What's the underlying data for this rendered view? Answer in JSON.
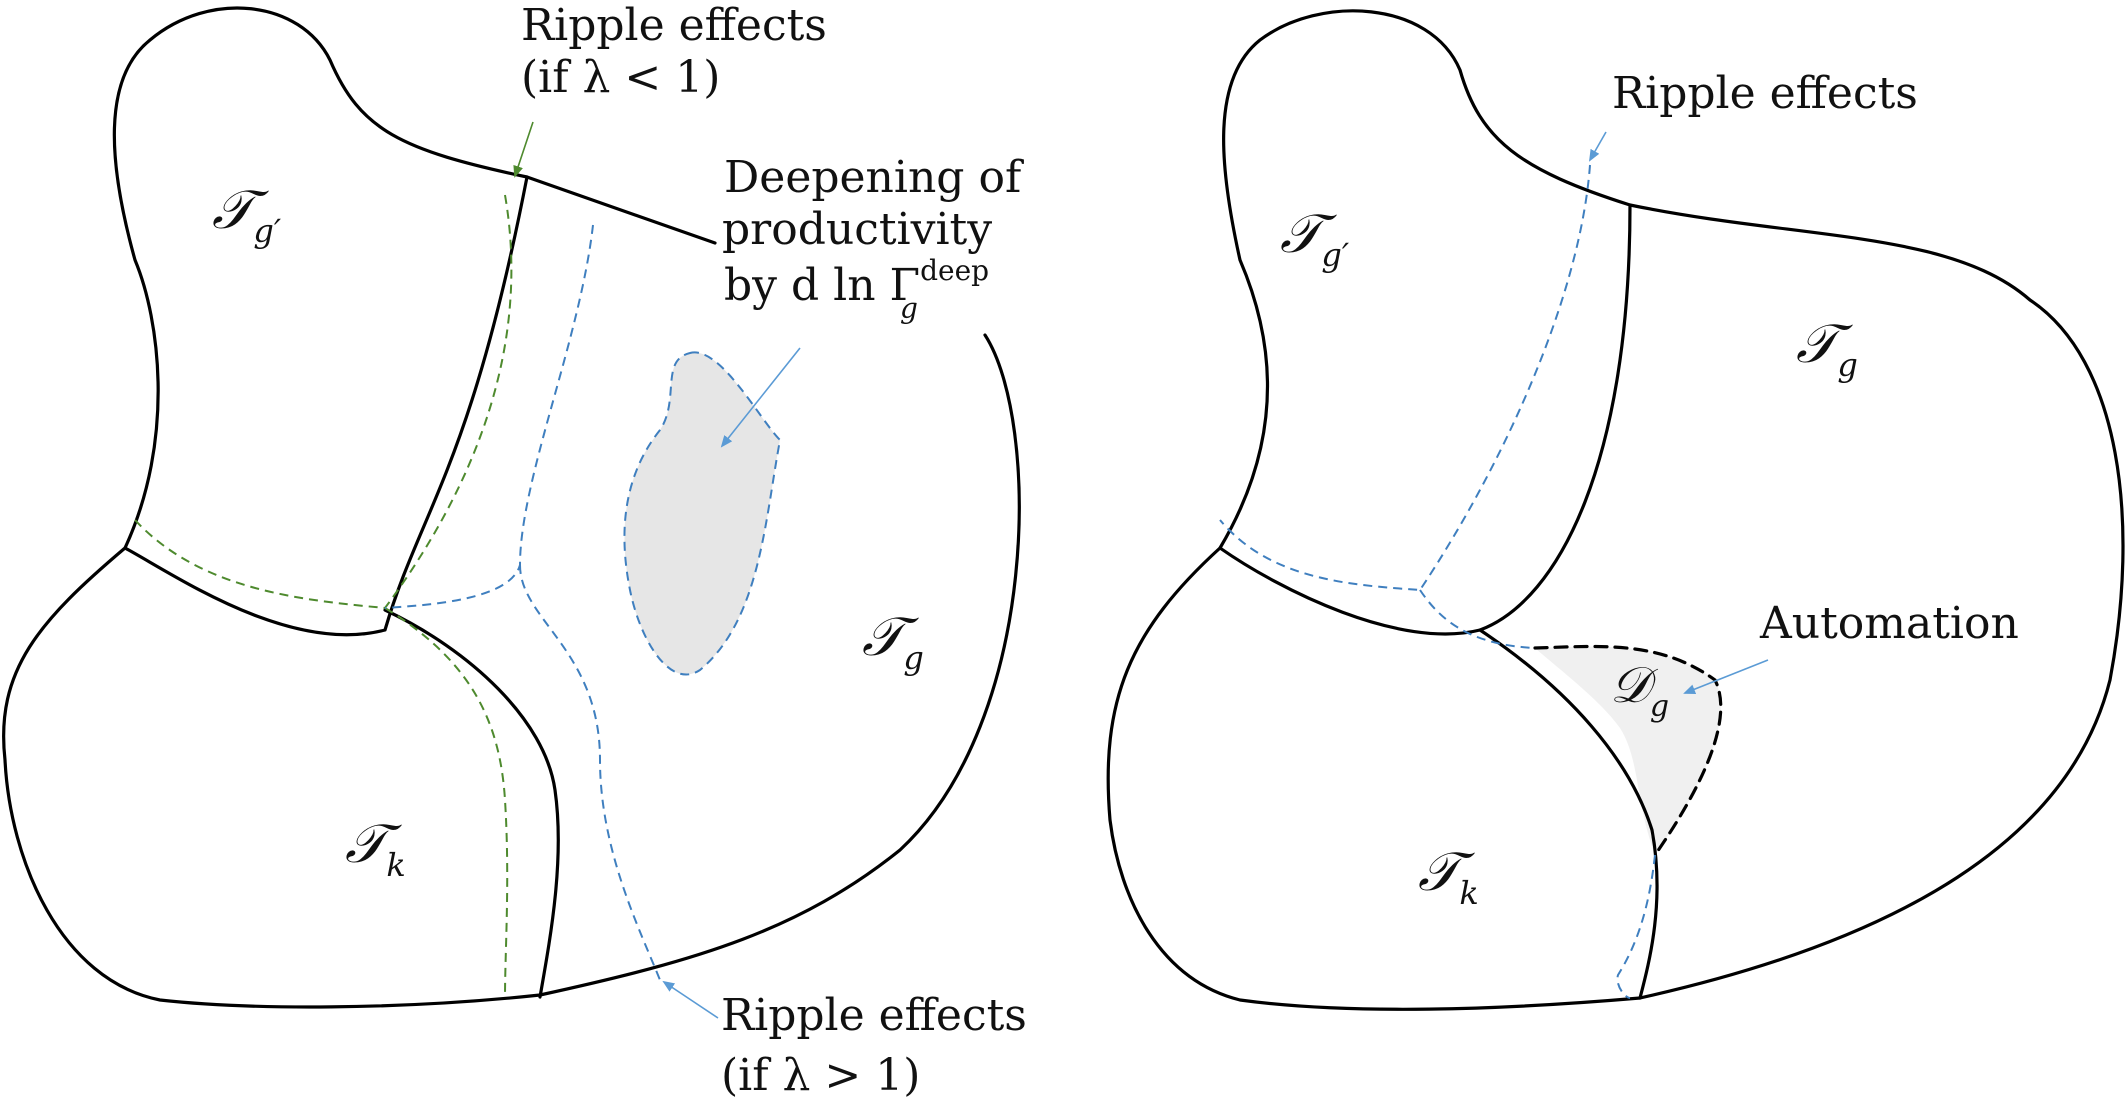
{
  "left_panel": {
    "regions": {
      "t_gprime": {
        "symbol": "𝒯",
        "subscript": "g′"
      },
      "t_g": {
        "symbol": "𝒯",
        "subscript": "g"
      },
      "t_k": {
        "symbol": "𝒯",
        "subscript": "k"
      }
    },
    "annotations": {
      "ripple_top": {
        "line1": "Ripple effects",
        "line2": "(if λ < 1)"
      },
      "deepening": {
        "line1": "Deepening of",
        "line2": "productivity",
        "line3_prefix": "by d ln Γ",
        "line3_sub": "g",
        "line3_sup": "deep"
      },
      "ripple_bottom": {
        "line1": "Ripple effects",
        "line2": "(if λ > 1)"
      }
    }
  },
  "right_panel": {
    "regions": {
      "t_gprime": {
        "symbol": "𝒯",
        "subscript": "g′"
      },
      "t_g": {
        "symbol": "𝒯",
        "subscript": "g"
      },
      "t_k": {
        "symbol": "𝒯",
        "subscript": "k"
      },
      "d_g": {
        "symbol": "𝒟",
        "subscript": "g"
      }
    },
    "annotations": {
      "ripple": {
        "line1": "Ripple effects"
      },
      "automation": {
        "line1": "Automation"
      }
    }
  },
  "colors": {
    "green": "#4e8a2e",
    "blue": "#3f7fbf",
    "arrow_blue": "#5b9bd5",
    "shade": "#e6e6e6"
  }
}
